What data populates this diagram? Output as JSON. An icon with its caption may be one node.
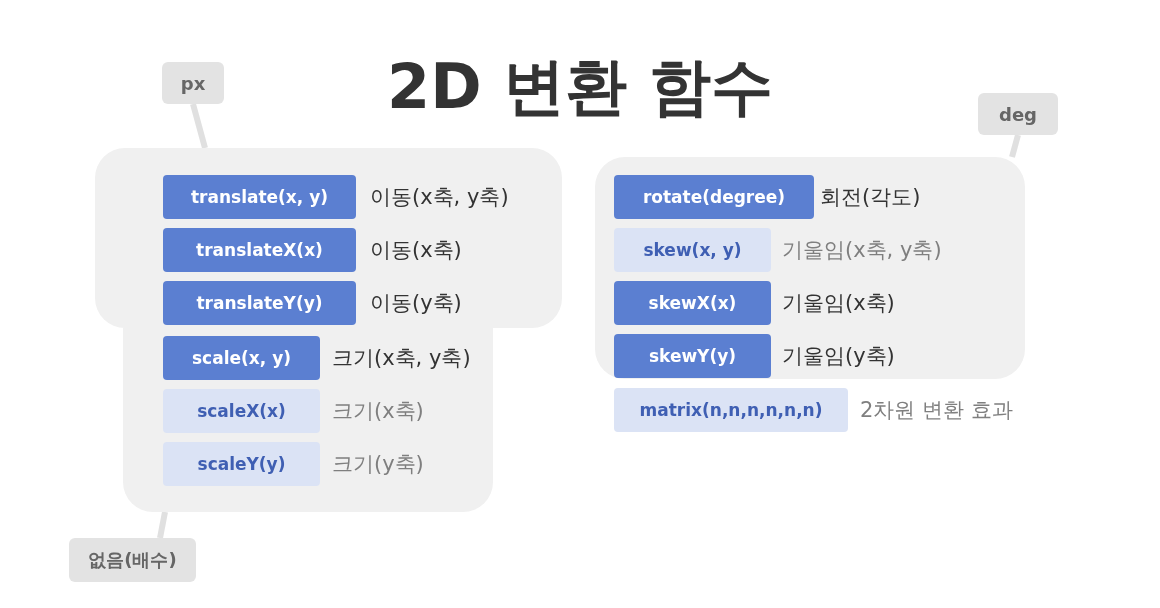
{
  "diagram": {
    "title": "2D 변환 함수",
    "nodes": [
      {
        "text": [
          "px"
        ]
      },
      {
        "text": [],
        "shape": "box"
      },
      {
        "text": [
          "translate(x, y)"
        ],
        "in": 1,
        "beside": [
          "이동(x축, y축)"
        ]
      },
      {
        "text": [
          "translateX(x)"
        ],
        "in": 1,
        "beside": [
          "이동(x축)"
        ]
      },
      {
        "text": [
          "translateY(y)"
        ],
        "in": 1,
        "beside": [
          "이동(y축)"
        ]
      },
      {
        "text": [],
        "shape": "box"
      },
      {
        "text": [
          "scale(x, y)"
        ],
        "in": 5,
        "beside": [
          "크기(x축, y축)"
        ]
      },
      {
        "text": [
          "scaleX(x)"
        ],
        "in": 5,
        "beside": [
          "크기(x축)"
        ]
      },
      {
        "text": [
          "scaleY(y)"
        ],
        "in": 5,
        "beside": [
          "크기(y축)"
        ]
      },
      {
        "text": [
          "없음(배수)"
        ]
      },
      {
        "text": [
          "deg"
        ]
      },
      {
        "text": [],
        "shape": "box"
      },
      {
        "text": [
          "rotate(degree)"
        ],
        "in": 11,
        "beside": [
          "회전(각도)"
        ]
      },
      {
        "text": [
          "skew(x, y)"
        ],
        "in": 11,
        "beside": [
          "기울임(x축, y축)"
        ]
      },
      {
        "text": [
          "skewX(x)"
        ],
        "in": 11,
        "beside": [
          "기울임(x축)"
        ]
      },
      {
        "text": [
          "skewY(y)"
        ],
        "in": 11,
        "beside": [
          "기울임(y축)"
        ]
      },
      {
        "text": [
          "matrix(n,n,n,n,n,n)"
        ],
        "beside": [
          "2차원 변환 효과"
        ]
      }
    ],
    "edges": [
      {
        "from": 0,
        "to": 1,
        "arrow": "none"
      },
      {
        "from": 9,
        "to": 5,
        "arrow": "none"
      },
      {
        "from": 10,
        "to": 11,
        "arrow": "none"
      }
    ]
  }
}
